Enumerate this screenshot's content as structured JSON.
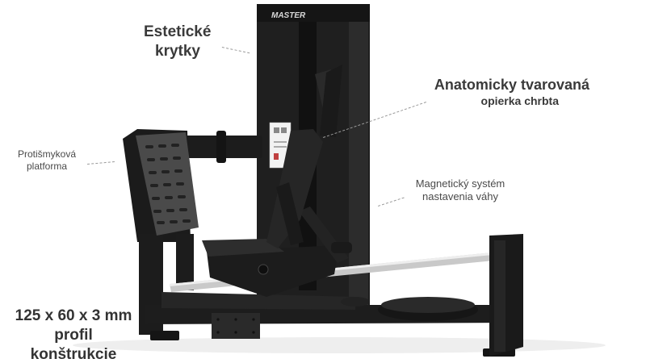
{
  "callouts": {
    "covers": {
      "line1": "Estetické",
      "line2": "krytky"
    },
    "backrest": {
      "line1": "Anatomicky tvarovaná",
      "line2": "opierka chrbta"
    },
    "platform": {
      "line1": "Protišmyková",
      "line2": "platforma"
    },
    "weight_system": {
      "line1": "Magnetický systém",
      "line2": "nastavenia váhy"
    },
    "profile": {
      "line1": "125 x 60 x 3 mm",
      "line2": "profil konštrukcie"
    }
  },
  "brand_logo": "MASTER",
  "colors": {
    "frame": "#1e1e1e",
    "highlight": "#3a3a3a",
    "rail": "#c8c8c8",
    "text": "#4a4a4a",
    "background": "#ffffff"
  }
}
